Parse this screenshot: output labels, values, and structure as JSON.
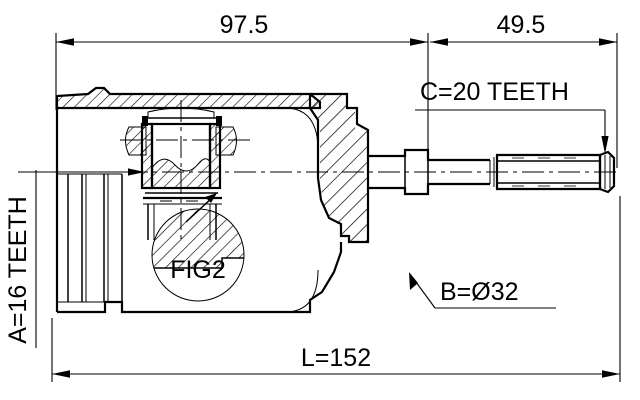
{
  "drawing": {
    "title": "CV Joint Assembly Technical Drawing",
    "view": "sectional-side-view",
    "background_color": "#ffffff",
    "line_color": "#000000"
  },
  "dimensions": {
    "top_left": {
      "label": "97.5",
      "name": "housing-length-dimension",
      "unit": "mm"
    },
    "top_right": {
      "label": "49.5",
      "name": "shaft-length-dimension",
      "unit": "mm"
    },
    "bottom_total": {
      "label": "L=152",
      "name": "overall-length-dimension",
      "unit": "mm"
    }
  },
  "callouts": {
    "inner_spline": {
      "label": "A=16 TEETH",
      "name": "inner-spline-teeth-callout",
      "orientation": "vertical"
    },
    "outer_spline": {
      "label": "C=20 TEETH",
      "name": "outer-spline-teeth-callout",
      "orientation": "horizontal"
    },
    "shaft_diameter": {
      "label": "B=Ø32",
      "name": "shaft-diameter-callout",
      "orientation": "horizontal"
    },
    "detail_circle": {
      "label": "FIG2",
      "name": "detail-view-fig2-label",
      "orientation": "horizontal"
    }
  },
  "parts": {
    "housing": "tripod-joint-housing",
    "tripod": "tripod-bearing-roller",
    "shaft": "splined-output-shaft",
    "spline_end": "external-spline-end"
  }
}
